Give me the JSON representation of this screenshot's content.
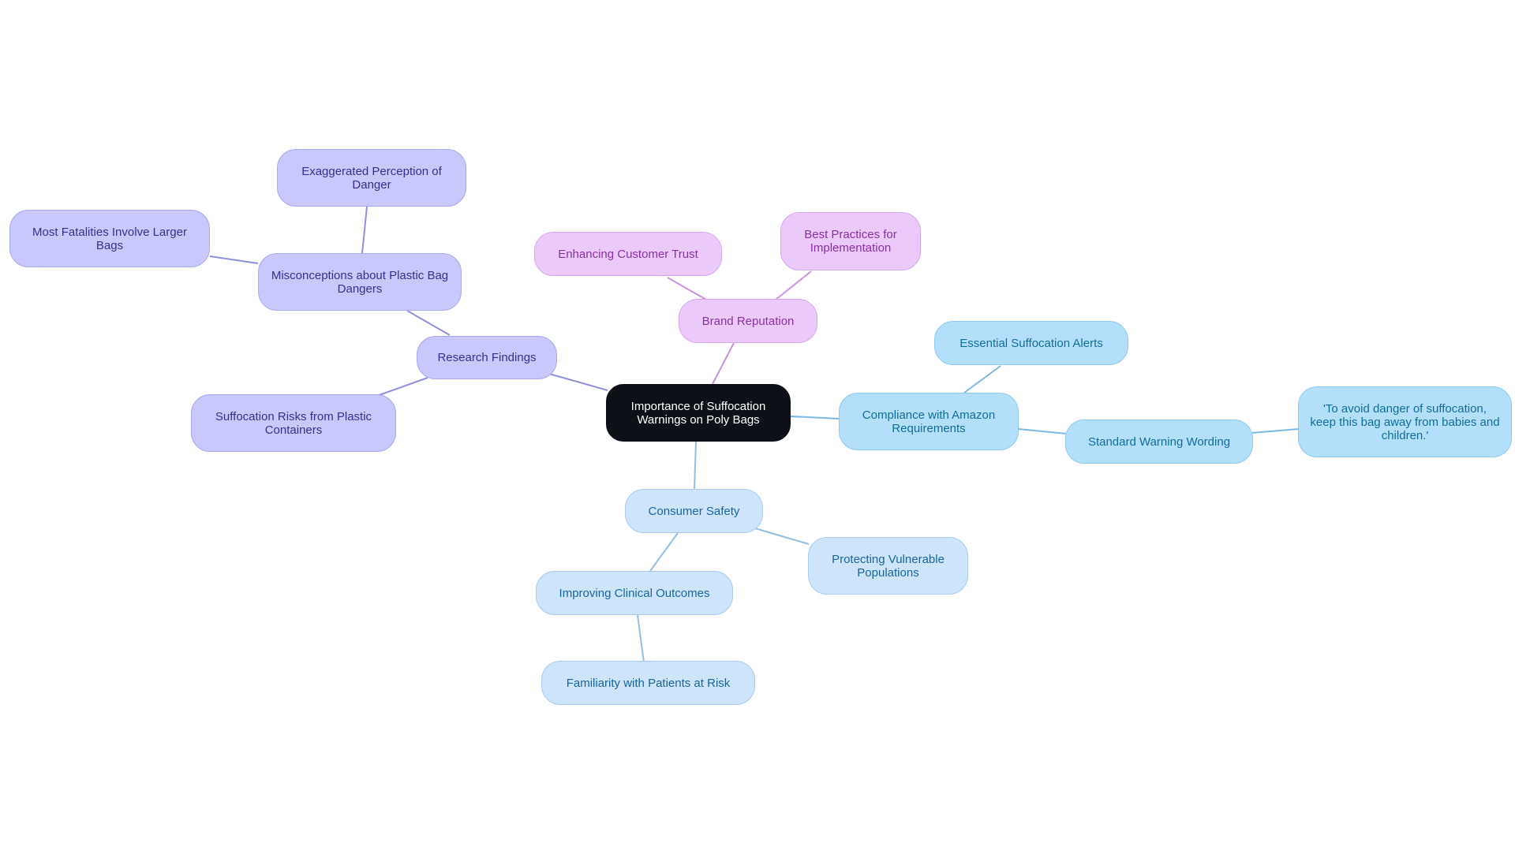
{
  "colors": {
    "root_fill": "#0d1117",
    "research": "#c8c8fc",
    "brand": "#ecc9fb",
    "compliance": "#b4dffb",
    "consumer": "#cde4fb"
  },
  "root": {
    "label": "Importance of Suffocation Warnings on Poly Bags"
  },
  "branches": {
    "research": {
      "label": "Research Findings",
      "misconceptions": {
        "label": "Misconceptions about Plastic Bag Dangers",
        "exaggerated": "Exaggerated Perception of Danger",
        "fatalities": "Most Fatalities Involve Larger Bags"
      },
      "containers": "Suffocation Risks from Plastic Containers"
    },
    "brand": {
      "label": "Brand Reputation",
      "trust": "Enhancing Customer Trust",
      "practices": "Best Practices for Implementation"
    },
    "compliance": {
      "label": "Compliance with Amazon Requirements",
      "alerts": "Essential Suffocation Alerts",
      "wording": {
        "label": "Standard Warning Wording",
        "quote": "'To avoid danger of suffocation, keep this bag away from babies and children.'"
      }
    },
    "consumer": {
      "label": "Consumer Safety",
      "clinical": {
        "label": "Improving Clinical Outcomes",
        "familiarity": "Familiarity with Patients at Risk"
      },
      "vulnerable": "Protecting Vulnerable Populations"
    }
  }
}
